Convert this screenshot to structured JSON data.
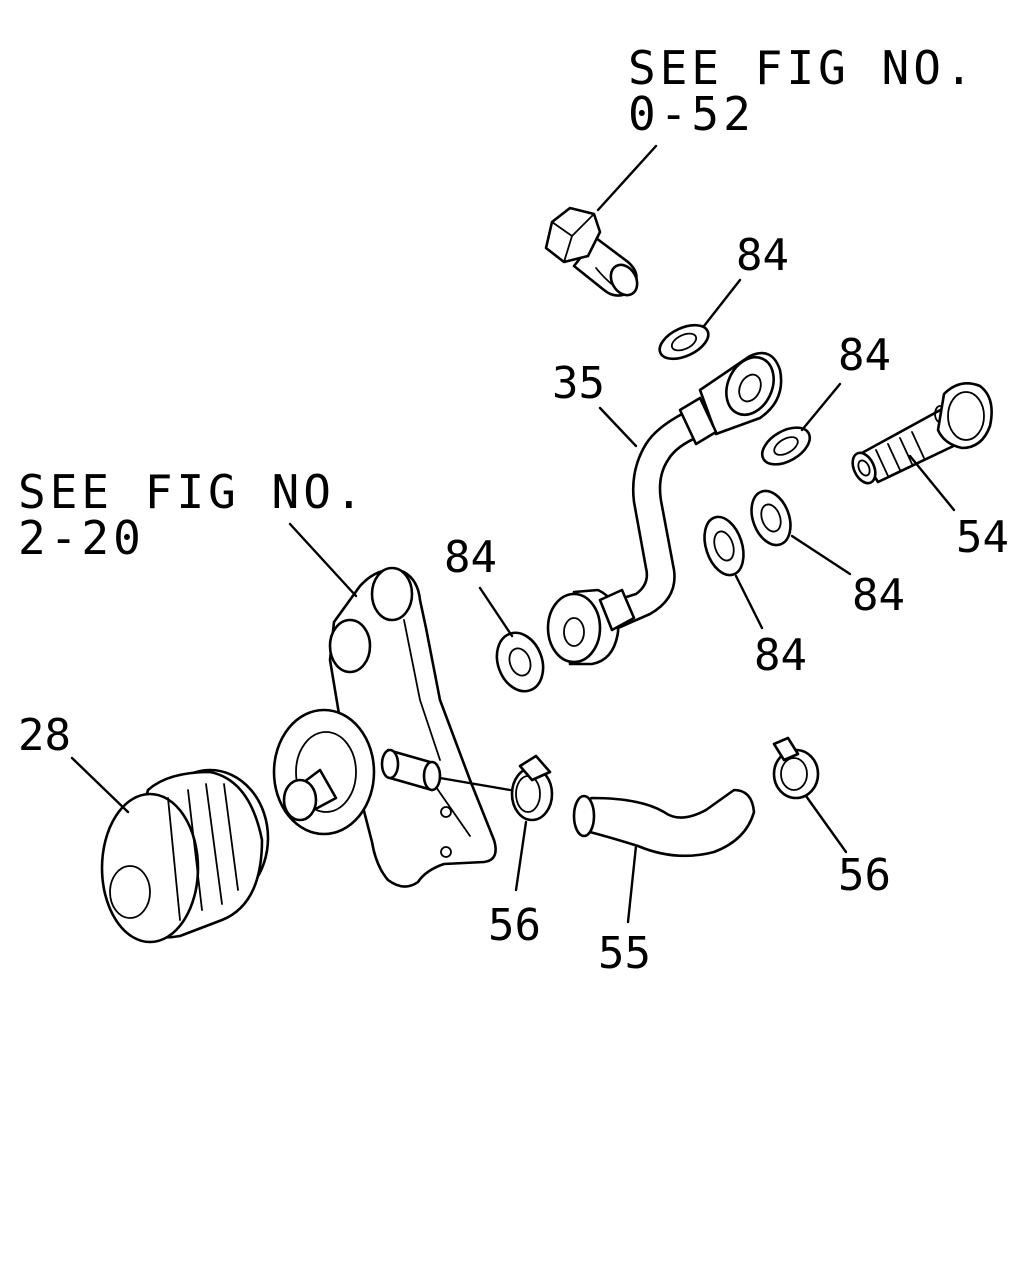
{
  "references": {
    "top": {
      "line1": "SEE FIG NO.",
      "line2": "0-52"
    },
    "left": {
      "line1": "SEE FIG NO.",
      "line2": "2-20"
    }
  },
  "callouts": {
    "c84_top": "84",
    "c35": "35",
    "c84_right": "84",
    "c54": "54",
    "c84_left": "84",
    "c84_mid": "84",
    "c84_lower": "84",
    "c28": "28",
    "c56_left": "56",
    "c55": "55",
    "c56_right": "56"
  }
}
